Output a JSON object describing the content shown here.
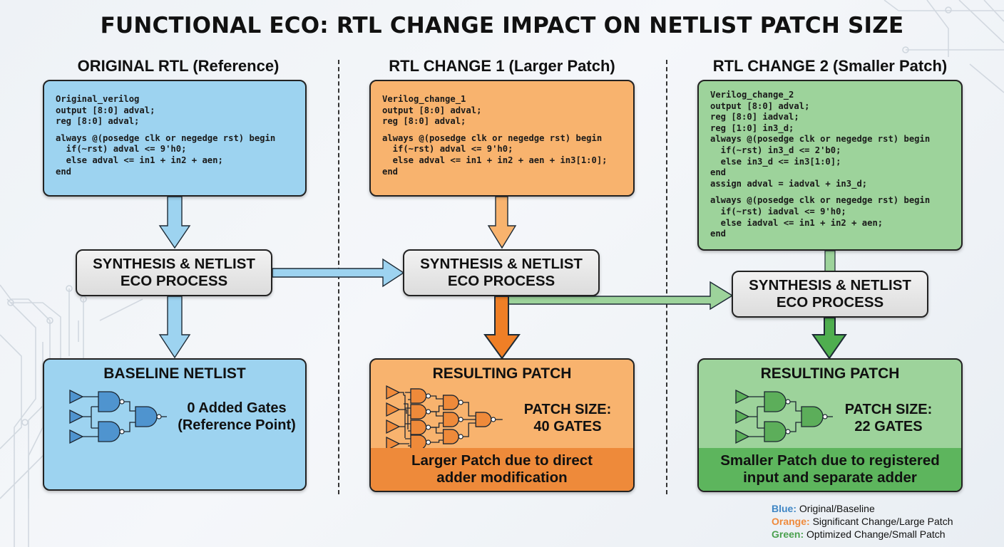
{
  "title": "FUNCTIONAL ECO: RTL CHANGE IMPACT ON NETLIST PATCH SIZE",
  "columns": [
    {
      "heading": "ORIGINAL RTL (Reference)",
      "code": [
        "Original_verilog",
        "output [8:0] adval;",
        "reg [8:0] adval;",
        "",
        "always @(posedge clk or negedge rst) begin",
        "  if(~rst) adval <= 9'h0;",
        "  else adval <= in1 + in2 + aen;",
        "end"
      ],
      "process": [
        "SYNTHESIS & NETLIST",
        "ECO PROCESS"
      ],
      "result_title": "BASELINE NETLIST",
      "result_text": [
        "0 Added Gates",
        "(Reference Point)"
      ],
      "result_note": []
    },
    {
      "heading": "RTL CHANGE 1 (Larger Patch)",
      "code": [
        "Verilog_change_1",
        "output [8:0] adval;",
        "reg [8:0] adval;",
        "",
        "always @(posedge clk or negedge rst) begin",
        "  if(~rst) adval <= 9'h0;",
        "  else adval <= in1 + in2 + aen + in3[1:0];",
        "end"
      ],
      "process": [
        "SYNTHESIS & NETLIST",
        "ECO PROCESS"
      ],
      "result_title": "RESULTING PATCH",
      "result_text": [
        "PATCH SIZE:",
        "40 GATES"
      ],
      "result_note": [
        "Larger Patch due to direct",
        "adder modification"
      ]
    },
    {
      "heading": "RTL CHANGE 2 (Smaller Patch)",
      "code": [
        "Verilog_change_2",
        "output [8:0] adval;",
        "reg [8:0] iadval;",
        "reg [1:0] in3_d;",
        "always @(posedge clk or negedge rst) begin",
        "  if(~rst) in3_d <= 2'b0;",
        "  else in3_d <= in3[1:0];",
        "end",
        "assign adval = iadval + in3_d;",
        "",
        "always @(posedge clk or negedge rst) begin",
        "  if(~rst) iadval <= 9'h0;",
        "  else iadval <= in1 + in2 + aen;",
        "end"
      ],
      "process": [
        "SYNTHESIS & NETLIST",
        "ECO PROCESS"
      ],
      "result_title": "RESULTING PATCH",
      "result_text": [
        "PATCH SIZE:",
        "22 GATES"
      ],
      "result_note": [
        "Smaller Patch due to registered",
        "input and separate adder"
      ]
    }
  ],
  "metrics": {
    "baseline_added_gates": 0,
    "change1_patch_gates": 40,
    "change2_patch_gates": 22
  },
  "legend": [
    {
      "key": "Blue:",
      "text": " Original/Baseline",
      "color": "#3f86c4"
    },
    {
      "key": "Orange:",
      "text": " Significant Change/Large Patch",
      "color": "#ef8a3c"
    },
    {
      "key": "Green:",
      "text": " Optimized Change/Small Patch",
      "color": "#4aa04e"
    }
  ],
  "colors": {
    "blue_fill": "#9dd3f0",
    "blue_gate": "#4f94cf",
    "orange_fill": "#f8b36e",
    "orange_note": "#ee8a3a",
    "orange_gate": "#ef8a3a",
    "green_fill": "#9dd39b",
    "green_note": "#5db55d",
    "green_gate": "#5cae5a",
    "process_fill": "#e4e4e4"
  }
}
